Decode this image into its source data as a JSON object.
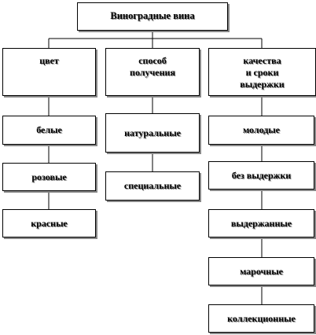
{
  "root": {
    "label": "Виноградные вина"
  },
  "columns": [
    {
      "label": "цвет",
      "items": [
        "белые",
        "розовые",
        "красные"
      ]
    },
    {
      "label": "способ\nполучения",
      "items": [
        "натуральные",
        "специальные"
      ]
    },
    {
      "label": "качества\nи сроки\nвыдержки",
      "items": [
        "молодые",
        "без выдержки",
        "выдержанные",
        "марочные",
        "коллекционные"
      ]
    }
  ]
}
